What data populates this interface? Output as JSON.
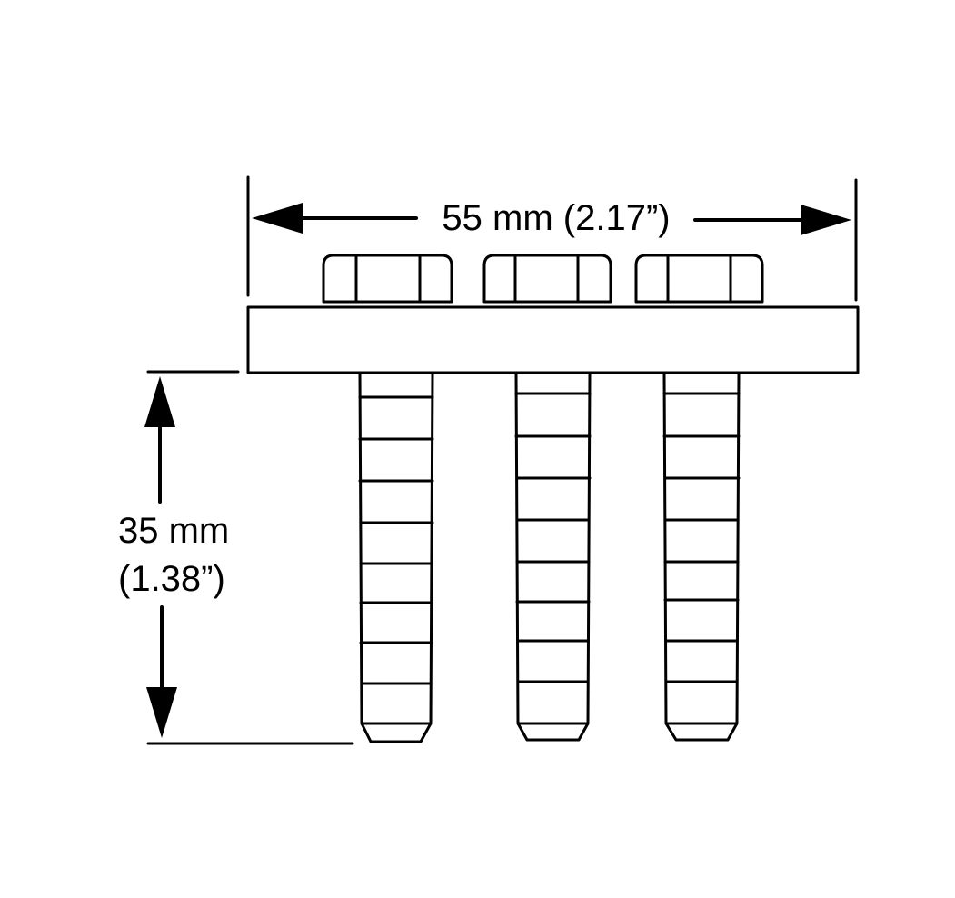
{
  "dimensions": {
    "width_label": "55 mm (2.17”)",
    "length_label_line1": "35 mm",
    "length_label_line2": "(1.38”)"
  },
  "parts": {
    "bolt_count": 3
  },
  "colors": {
    "ink": "#000000",
    "background": "#ffffff"
  }
}
